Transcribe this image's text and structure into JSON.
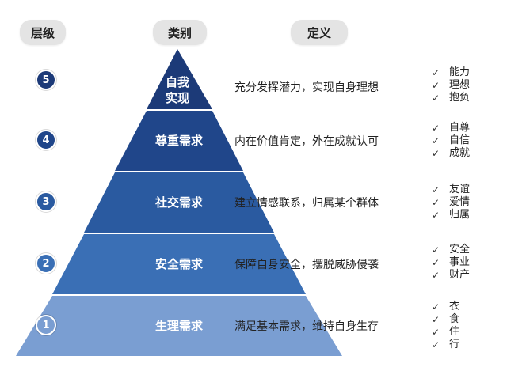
{
  "headers": {
    "level": "层级",
    "category": "类别",
    "definition": "定义"
  },
  "colors": {
    "tier5": "#1c3a78",
    "tier4": "#20468a",
    "tier3": "#2a5aa0",
    "tier2": "#3a6fb5",
    "tier1": "#7a9ed2"
  },
  "tiers": [
    {
      "level": "5",
      "label_line1": "自我",
      "label_line2": "实现",
      "definition": "充分发挥潜力，实现自身理想",
      "items": [
        "能力",
        "理想",
        "抱负"
      ]
    },
    {
      "level": "4",
      "label_line1": "尊重需求",
      "label_line2": "",
      "definition": "内在价值肯定，外在成就认可",
      "items": [
        "自尊",
        "自信",
        "成就"
      ]
    },
    {
      "level": "3",
      "label_line1": "社交需求",
      "label_line2": "",
      "definition": "建立情感联系，归属某个群体",
      "items": [
        "友谊",
        "爱情",
        "归属"
      ]
    },
    {
      "level": "2",
      "label_line1": "安全需求",
      "label_line2": "",
      "definition": "保障自身安全，摆脱威胁侵袭",
      "items": [
        "安全",
        "事业",
        "财产"
      ]
    },
    {
      "level": "1",
      "label_line1": "生理需求",
      "label_line2": "",
      "definition": "满足基本需求，维持自身生存",
      "items": [
        "衣",
        "食",
        "住",
        "行"
      ]
    }
  ],
  "check_symbol": "✓"
}
